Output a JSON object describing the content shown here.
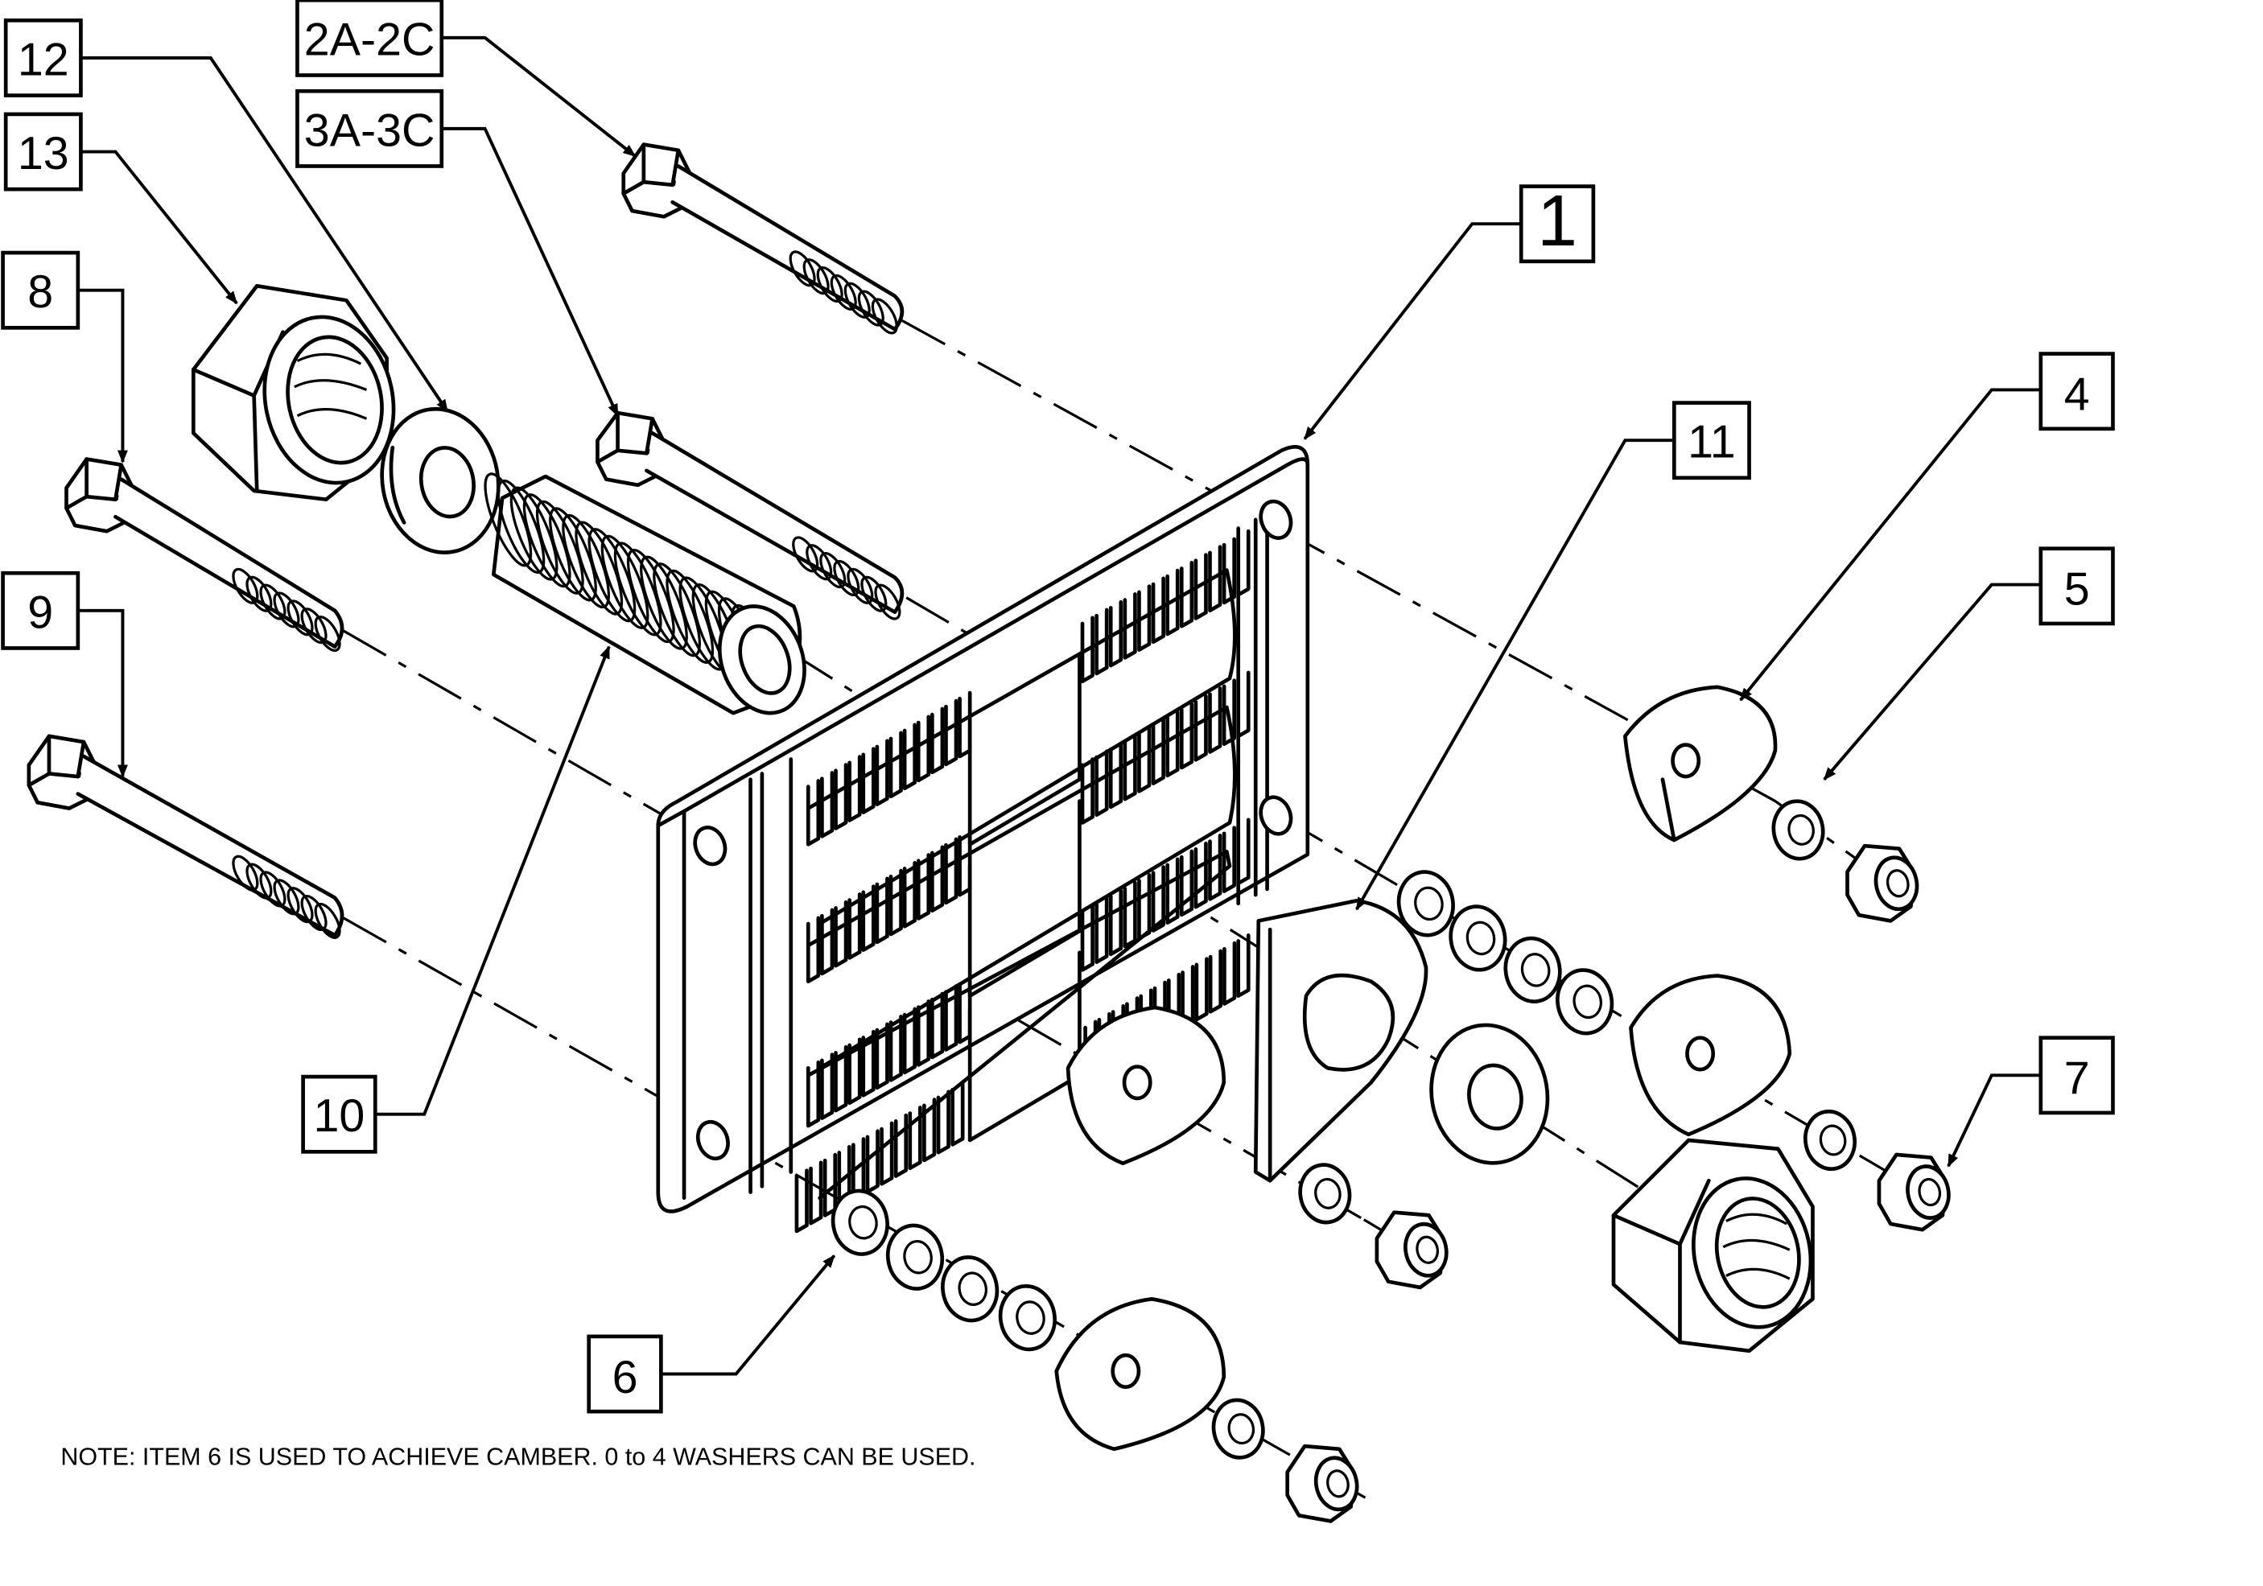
{
  "diagram": {
    "callouts": {
      "c_1": "1",
      "c_2A_2C": "2A-2C",
      "c_3A_3C": "3A-3C",
      "c_4": "4",
      "c_5": "5",
      "c_6": "6",
      "c_7": "7",
      "c_8": "8",
      "c_9": "9",
      "c_10": "10",
      "c_11": "11",
      "c_12": "12",
      "c_13": "13"
    },
    "note": "NOTE: ITEM 6 IS USED TO ACHIEVE CAMBER. 0 to 4 WASHERS CAN BE USED."
  }
}
